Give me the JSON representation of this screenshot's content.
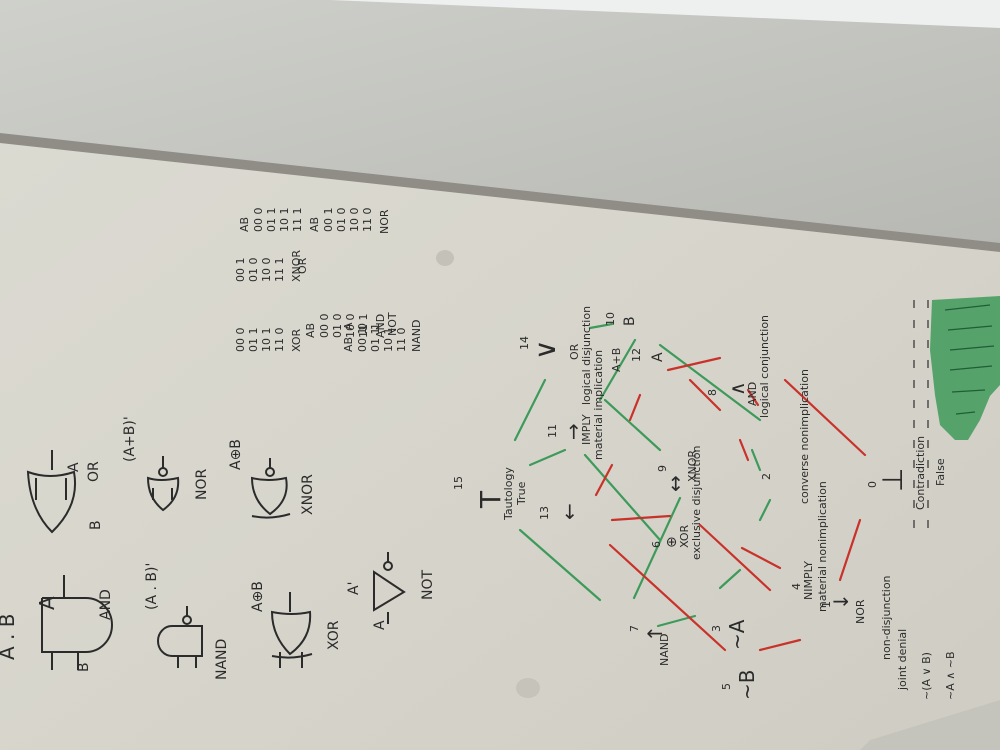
{
  "colors": {
    "wall": "#d8d6cd",
    "ceiling": "#c9cac4",
    "ink": "#2b2b2b",
    "green_marker": "#3e9a5a",
    "red_marker": "#c8322a"
  },
  "gates": {
    "and": {
      "expr": "A . B",
      "name": "AND",
      "in_a": "A",
      "in_b": "B"
    },
    "or": {
      "name": "OR",
      "in_a": "A",
      "in_b": "B"
    },
    "nand": {
      "expr": "(A . B)'",
      "name": "NAND"
    },
    "nor": {
      "expr": "(A+B)'",
      "name": "NOR"
    },
    "xor": {
      "expr": "A⊕B",
      "name": "XOR"
    },
    "xnor": {
      "expr": "A⊕B",
      "name": "XNOR"
    },
    "not": {
      "expr": "A'",
      "name": "NOT",
      "in_a": "A"
    }
  },
  "truth_tables": {
    "and": {
      "header": "AB",
      "rows": [
        "00 0",
        "01 0",
        "10 0",
        "11 1"
      ],
      "name": "AND"
    },
    "or": {
      "header": "AB",
      "rows": [
        "00 0",
        "01 1",
        "10 1",
        "11 1"
      ],
      "name": "OR"
    },
    "nand": {
      "header": "AB",
      "rows": [
        "00 1",
        "01 1",
        "10 1",
        "11 0"
      ],
      "name": "NAND"
    },
    "nor": {
      "header": "AB",
      "rows": [
        "00 1",
        "01 0",
        "10 0",
        "11 0"
      ],
      "name": "NOR"
    },
    "xor": {
      "header": "",
      "rows": [
        "00 0",
        "01 1",
        "10 1",
        "11 0"
      ],
      "name": "XOR"
    },
    "xnor": {
      "header": "",
      "rows": [
        "00 1",
        "01 0",
        "10 0",
        "11 1"
      ],
      "name": "XNOR"
    },
    "not": {
      "header": "A",
      "rows": [
        "0",
        "1"
      ],
      "name": "NOT"
    }
  },
  "lattice": {
    "n15": {
      "num": "15",
      "sym": "T",
      "label": "Tautology",
      "sub": "True"
    },
    "n14": {
      "num": "14",
      "sym": "∨",
      "label": "OR",
      "sub": "logical disjunction"
    },
    "n13": {
      "num": "13",
      "sym": "←"
    },
    "n11": {
      "num": "11",
      "sym": "→",
      "label": "IMPLY",
      "sub": "material implication"
    },
    "n9": {
      "num": "9",
      "sym": "↔",
      "label": "XNOR"
    },
    "n12": {
      "num": "12",
      "sym": "A",
      "label": "A+B"
    },
    "n10": {
      "num": "10",
      "sym": "B"
    },
    "n8": {
      "num": "8",
      "sym": "∧",
      "label": "AND",
      "sub": "logical conjunction"
    },
    "n6": {
      "num": "6",
      "sym": "⊕",
      "label": "XOR",
      "sub": "exclusive disjunction"
    },
    "n7": {
      "num": "7",
      "sym": "↑",
      "label": "NAND"
    },
    "n5": {
      "num": "5",
      "sym": "~B"
    },
    "n3": {
      "num": "3",
      "sym": "~A"
    },
    "n4": {
      "num": "4",
      "label": "NIMPLY",
      "sub": "material nonimplication"
    },
    "n2": {
      "num": "2",
      "label": "converse nonimplication"
    },
    "n1": {
      "num": "1",
      "sym": "↓",
      "label": "NOR",
      "sub": "non-disjunction"
    },
    "n0": {
      "num": "0",
      "sym": "⊥",
      "label": "Contradiction",
      "sub": "False"
    },
    "demorgan": {
      "line1": "joint denial",
      "line2": "~(A ∨ B)",
      "line3": "~A ∧ ~B"
    }
  }
}
